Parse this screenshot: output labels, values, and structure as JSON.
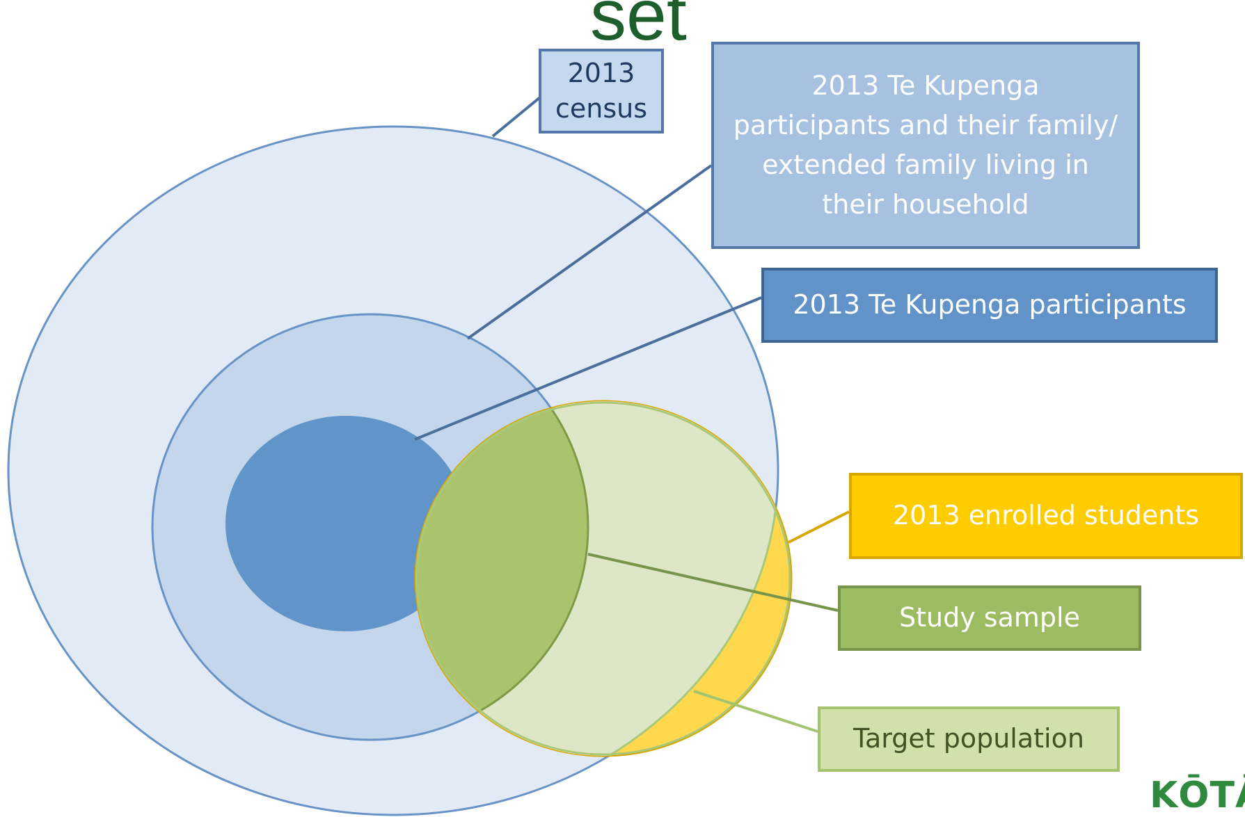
{
  "heading_fragment": "set",
  "labels": {
    "census": "2013\ncensus",
    "family": "2013 Te Kupenga\nparticipants and their family/\nextended family living in\ntheir household",
    "participants": "2013 Te Kupenga participants",
    "enrolled": "2013 enrolled students",
    "study": "Study sample",
    "target": "Target population"
  },
  "logo": "KŌTĀ",
  "colors": {
    "census_fill": "#e2ebf5",
    "census_stroke": "#6793c7",
    "family_fill": "#c3d6eb",
    "family_stroke": "#6793c7",
    "participants_fill": "#6194c8",
    "enrolled_fill": "#ffd84e",
    "enrolled_stroke": "#d8a600",
    "target_fill": "#dde6c6",
    "target_stroke": "#a9c878",
    "study_fill": "#aac46e",
    "study_stroke": "#7e9a45",
    "heading_text": "#1e5e2c",
    "logo_text": "#2f8a3e"
  }
}
